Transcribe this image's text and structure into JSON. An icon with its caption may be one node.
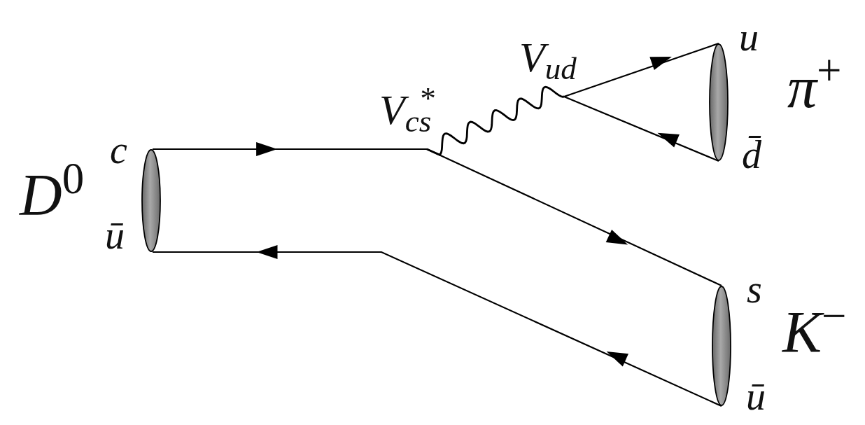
{
  "diagram": {
    "nodes": [
      {
        "text": [],
        "shape": "ellipse",
        "beside": [
          "*D*$^{0}$",
          "c",
          "ū"
        ]
      },
      {
        "text": [
          "V$_{cs}$$^{*}$"
        ]
      },
      {
        "text": [
          "V$_{ud}$"
        ]
      },
      {
        "text": [],
        "shape": "ellipse",
        "beside": [
          "*π*$^{+}$",
          "u",
          "d̄"
        ]
      },
      {
        "text": [],
        "shape": "ellipse",
        "beside": [
          "*K*$^{−}$",
          "s",
          "ū"
        ]
      }
    ],
    "edges": [
      {
        "from": 0,
        "to": 1,
        "arrow": "to"
      },
      {
        "from": 1,
        "to": 4,
        "arrow": "to"
      },
      {
        "from": 1,
        "to": 2,
        "arrow": "none"
      },
      {
        "from": 2,
        "to": 3,
        "arrow": "to"
      },
      {
        "from": 3,
        "to": 2,
        "arrow": "to"
      },
      {
        "from": 4,
        "to": 0,
        "arrow": "to"
      }
    ]
  }
}
